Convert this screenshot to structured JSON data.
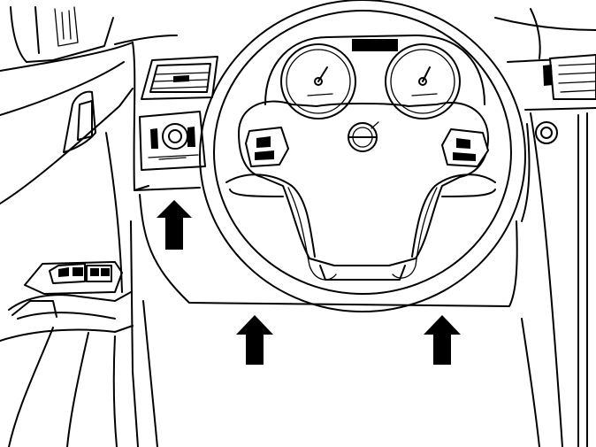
{
  "figure": {
    "description_free": true,
    "colors": {
      "line": "#000000",
      "background": "#ffffff",
      "arrow": "#000000"
    },
    "arrows": [
      {
        "id": "arrow-left-panel",
        "direction": "up"
      },
      {
        "id": "arrow-lower-left",
        "direction": "up"
      },
      {
        "id": "arrow-lower-right",
        "direction": "up"
      }
    ],
    "icons": [
      "volvo-logo-icon",
      "speedometer-gauge",
      "tachometer-gauge",
      "air-vent",
      "headlight-switch",
      "window-switch-panel"
    ]
  }
}
